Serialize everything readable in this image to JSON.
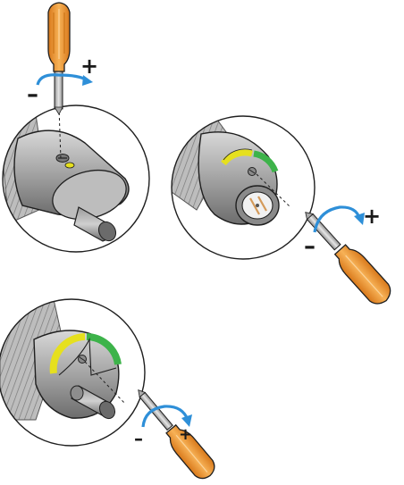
{
  "colors": {
    "handle": "#f29a2e",
    "handle_dark": "#c66f10",
    "shaft": "#b9b9b9",
    "arrow": "#2e8fd8",
    "body": "#9c9c9c",
    "yellow_marker": "#e6e01e",
    "green_marker": "#3db34a",
    "outline": "#1f1f1f"
  },
  "panels": [
    {
      "id": "adjust-top-left",
      "plus": "+",
      "minus": "–"
    },
    {
      "id": "adjust-top-right",
      "plus": "+",
      "minus": "–"
    },
    {
      "id": "adjust-bottom-left",
      "plus": "+",
      "minus": "–"
    }
  ]
}
